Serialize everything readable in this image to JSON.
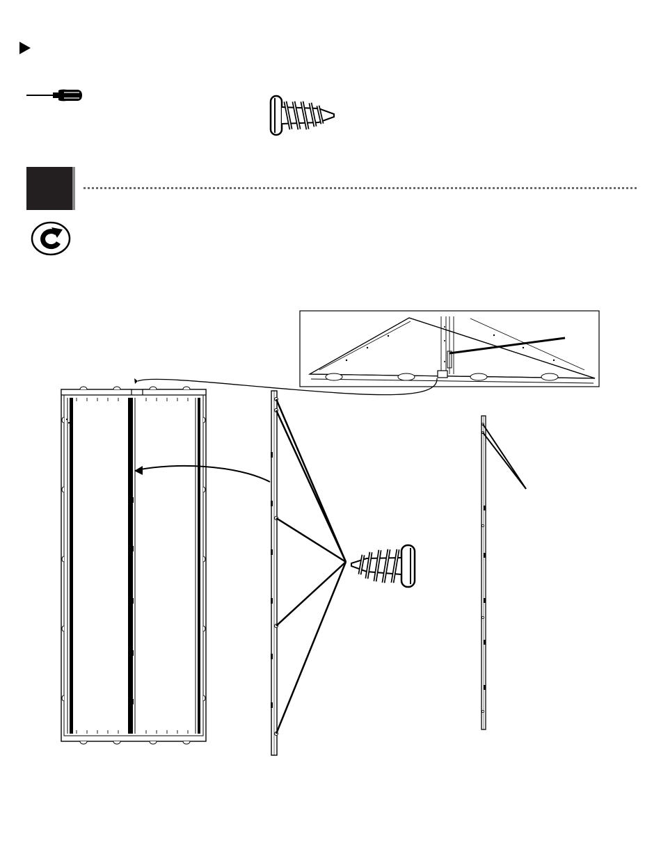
{
  "page": {
    "title": "",
    "step_number": "",
    "instruction": ""
  },
  "icons": {
    "header_bullet": "play-triangle-icon",
    "tool": "screwdriver-icon",
    "hardware": "pan-head-screw-icon",
    "step_marker": "step-number-box",
    "rotate": "rotate-clockwise-icon"
  },
  "colors": {
    "ink": "#000000",
    "step_box": "#231f20",
    "step_box_edge": "#8a8a8a",
    "dots": "#6b6b6b"
  },
  "diagram": {
    "detail_callout": "detail-inset",
    "parts": [
      "panel-assembly",
      "strip-side-view",
      "strip-side-view-small"
    ]
  }
}
